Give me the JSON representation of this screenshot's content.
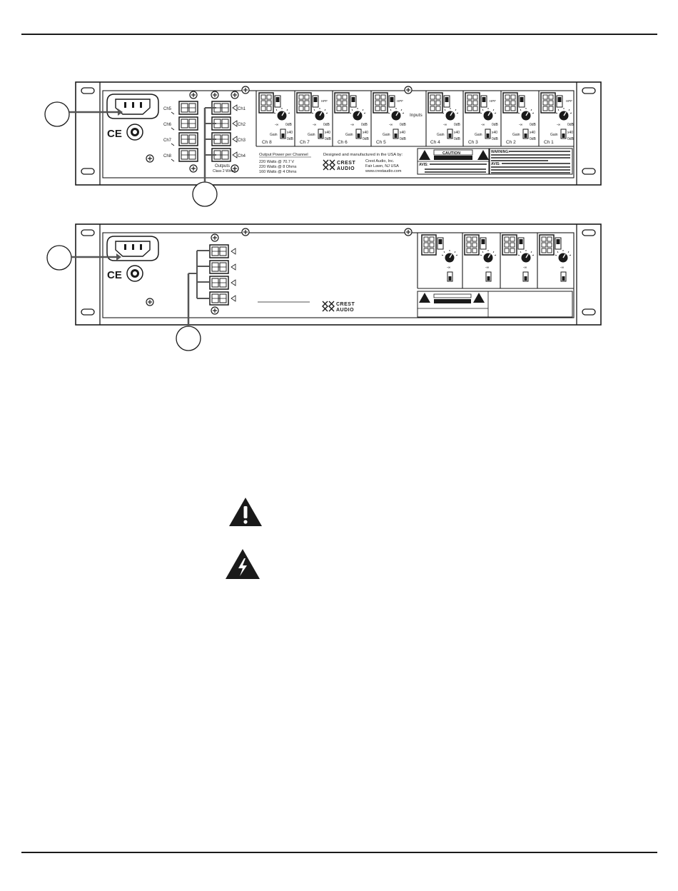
{
  "panel_top": {
    "output_channels_left": [
      "Ch5",
      "Ch6",
      "Ch7",
      "Ch8"
    ],
    "output_channels_right": [
      "Ch1",
      "Ch2",
      "Ch3",
      "Ch4"
    ],
    "outputs_label": "Outputs",
    "wiring_label": "Class 2 Wiring",
    "power_title": "Output Power per Channel",
    "power_lines": [
      "220 Watts @ 70.7 V",
      "220 Watts @ 8 Ohms",
      "160 Watts @ 4 Ohms"
    ],
    "mfr_title": "Designed and manufactured in the USA by:",
    "mfr_lines": [
      "Crest Audio, Inc.",
      "Fair Lawn, NJ  USA",
      "www.crestaudio.com"
    ],
    "logo_top": "CREST",
    "logo_bottom": "AUDIO",
    "inputs_label": "Inputs",
    "input_channels": [
      "Ch 8",
      "Ch 7",
      "Ch 6",
      "Ch 5",
      "Ch 4",
      "Ch 3",
      "Ch 2",
      "Ch 1"
    ],
    "hpf_label": "HPF",
    "gain_label": "Gain",
    "gain_x40": "x40",
    "gain_0db": "0dB",
    "knob_min": "-∞",
    "knob_max": "0dB",
    "ce_mark": "CE",
    "caution_title": "CAUTION",
    "avis_label": "AVIS:",
    "warning_label": "WARNING:"
  },
  "panel_bottom": {
    "ce_mark": "CE",
    "logo_top": "CREST",
    "logo_bottom": "AUDIO",
    "knob_min": "-∞"
  },
  "symbols": {
    "exclamation_icon": "warning-exclamation-icon",
    "lightning_icon": "electric-shock-lightning-icon"
  },
  "colors": {
    "ink": "#1a1a1a",
    "callout_line": "#555555"
  }
}
